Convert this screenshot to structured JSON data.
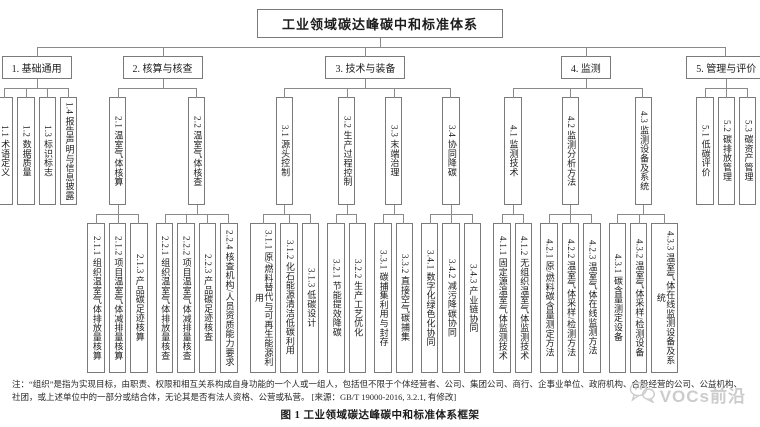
{
  "title": "工业领域碳达峰碳中和标准体系",
  "tree": {
    "branches": [
      {
        "label": "1. 基础通用",
        "children": [
          {
            "label": "1.1 术语定义"
          },
          {
            "label": "1.2 数据质量"
          },
          {
            "label": "1.3 标识标志"
          },
          {
            "label": "1.4 报告声明与信息披露"
          }
        ]
      },
      {
        "label": "2. 核算与核查",
        "children": [
          {
            "label": "2.1 温室气体核算",
            "children": [
              {
                "label": "2.1.1 组织温室气体排放量核算"
              },
              {
                "label": "2.1.2 项目温室气体减排量核算"
              },
              {
                "label": "2.1.3 产品碳足迹核算"
              }
            ]
          },
          {
            "label": "2.2 温室气体核查",
            "children": [
              {
                "label": "2.2.1 组织温室气体排放量核查"
              },
              {
                "label": "2.2.2 项目温室气体减排量核查"
              },
              {
                "label": "2.2.3 产品碳足迹核查"
              },
              {
                "label": "2.2.4 核查机构/人员资质能力要求"
              }
            ]
          }
        ]
      },
      {
        "label": "3. 技术与装备",
        "children": [
          {
            "label": "3.1 源头控制",
            "children": [
              {
                "label": "3.1.1 原/燃料替代与可再生能源利用"
              },
              {
                "label": "3.1.2 化石能源清洁低碳利用"
              },
              {
                "label": "3.1.3 低碳设计"
              }
            ]
          },
          {
            "label": "3.2 生产过程控制",
            "children": [
              {
                "label": "3.2.1 节能提效降碳"
              },
              {
                "label": "3.2.2 生产工艺优化"
              }
            ]
          },
          {
            "label": "3.3 末端治理",
            "children": [
              {
                "label": "3.3.1 碳捕集利用与封存"
              },
              {
                "label": "3.3.2 直接空气碳捕集"
              }
            ]
          },
          {
            "label": "3.4 协同降碳",
            "children": [
              {
                "label": "3.4.1 数字化绿色化协同"
              },
              {
                "label": "3.4.2 减污降碳协同"
              },
              {
                "label": "3.4.3 产业链协同"
              }
            ]
          }
        ]
      },
      {
        "label": "4. 监测",
        "children": [
          {
            "label": "4.1 监测技术",
            "children": [
              {
                "label": "4.1.1 固定源温室气体监测技术"
              },
              {
                "label": "4.1.2 无组织温室气体监测技术"
              }
            ]
          },
          {
            "label": "4.2 监测分析方法",
            "children": [
              {
                "label": "4.2.1 原/燃料碳含量测定方法"
              },
              {
                "label": "4.2.2 温室气体采样/检测方法"
              },
              {
                "label": "4.2.3 温室气体在线监测方法"
              }
            ]
          },
          {
            "label": "4.3 监测设备及系统",
            "children": [
              {
                "label": "4.3.1 碳含量测定设备"
              },
              {
                "label": "4.3.2 温室气体采样/检测设备"
              },
              {
                "label": "4.3.3 温室气体在线监测设备及系统"
              }
            ]
          }
        ]
      },
      {
        "label": "5. 管理与评价",
        "children": [
          {
            "label": "5.1 低碳评价"
          },
          {
            "label": "5.2 碳排放管理"
          },
          {
            "label": "5.3 碳资产管理"
          }
        ]
      }
    ]
  },
  "footnote": "注：“组织”是指为实现目标，由职责、权限和相互关系构成自身功能的一个人或一组人，包括但不限于个体经营者、公司、集团公司、商行、企事业单位、政府机构、合股经营的公司、公益机构、社团，或上述单位中的一部分或结合体，无论其是否有法人资格、公营或私营。 [来源：GB/T 19000-2016, 3.2.1, 有修改]",
  "caption": "图 1  工业领域碳达峰碳中和标准体系框架",
  "watermark": {
    "text": "VOCs前沿"
  },
  "colors": {
    "box_border": "#7a7a7a",
    "connector": "#8a8a8a",
    "text": "#1c1c1c",
    "watermark": "#cccccc"
  }
}
